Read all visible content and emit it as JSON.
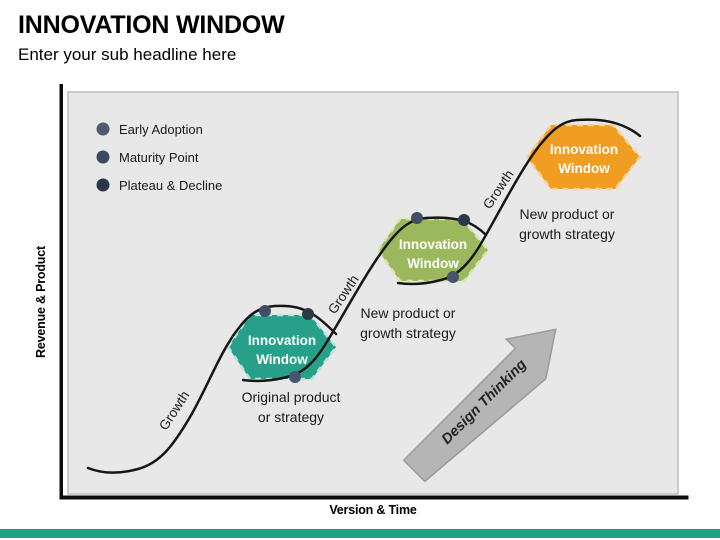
{
  "title": "INNOVATION WINDOW",
  "subtitle": "Enter your sub headline here",
  "legend": {
    "items": [
      {
        "label": "Early Adoption",
        "color": "#4c5b73"
      },
      {
        "label": "Maturity Point",
        "color": "#3c4a60"
      },
      {
        "label": "Plateau & Decline",
        "color": "#2b3646"
      }
    ]
  },
  "axes": {
    "y_label": "Revenue & Product",
    "x_label": "Version & Time"
  },
  "growth_labels": {
    "first": "Growth",
    "second": "Growth",
    "third": "Growth"
  },
  "windows": [
    {
      "label_line1": "Innovation",
      "label_line2": "Window",
      "fill": "#27a089",
      "dash_color": "#b9e6da",
      "caption_line1": "Original product",
      "caption_line2": "or strategy",
      "dots": {
        "early_adoption": "#46556d",
        "maturity_point": "#3f4e63",
        "plateau_decline": "#2b3a4b"
      }
    },
    {
      "label_line1": "Innovation",
      "label_line2": "Window",
      "fill": "#9bb85c",
      "dash_color": "#d9e6ab",
      "caption_line1": "New product or",
      "caption_line2": "growth strategy",
      "dots": {
        "early_adoption": "#46556d",
        "maturity_point": "#3f4e63",
        "plateau_decline": "#2b3a4b"
      }
    },
    {
      "label_line1": "Innovation",
      "label_line2": "Window",
      "fill": "#f19d21",
      "dash_color": "#f9d496",
      "caption_line1": "New product or",
      "caption_line2": "growth strategy"
    }
  ],
  "arrow": {
    "label": "Design Thinking",
    "fill": "#b5b5b5",
    "stroke": "#9a9a9a"
  },
  "plot": {
    "background": "#e8e8e8",
    "border": "#bfbfbf"
  },
  "footer": {
    "bar_color": "#21a184"
  }
}
